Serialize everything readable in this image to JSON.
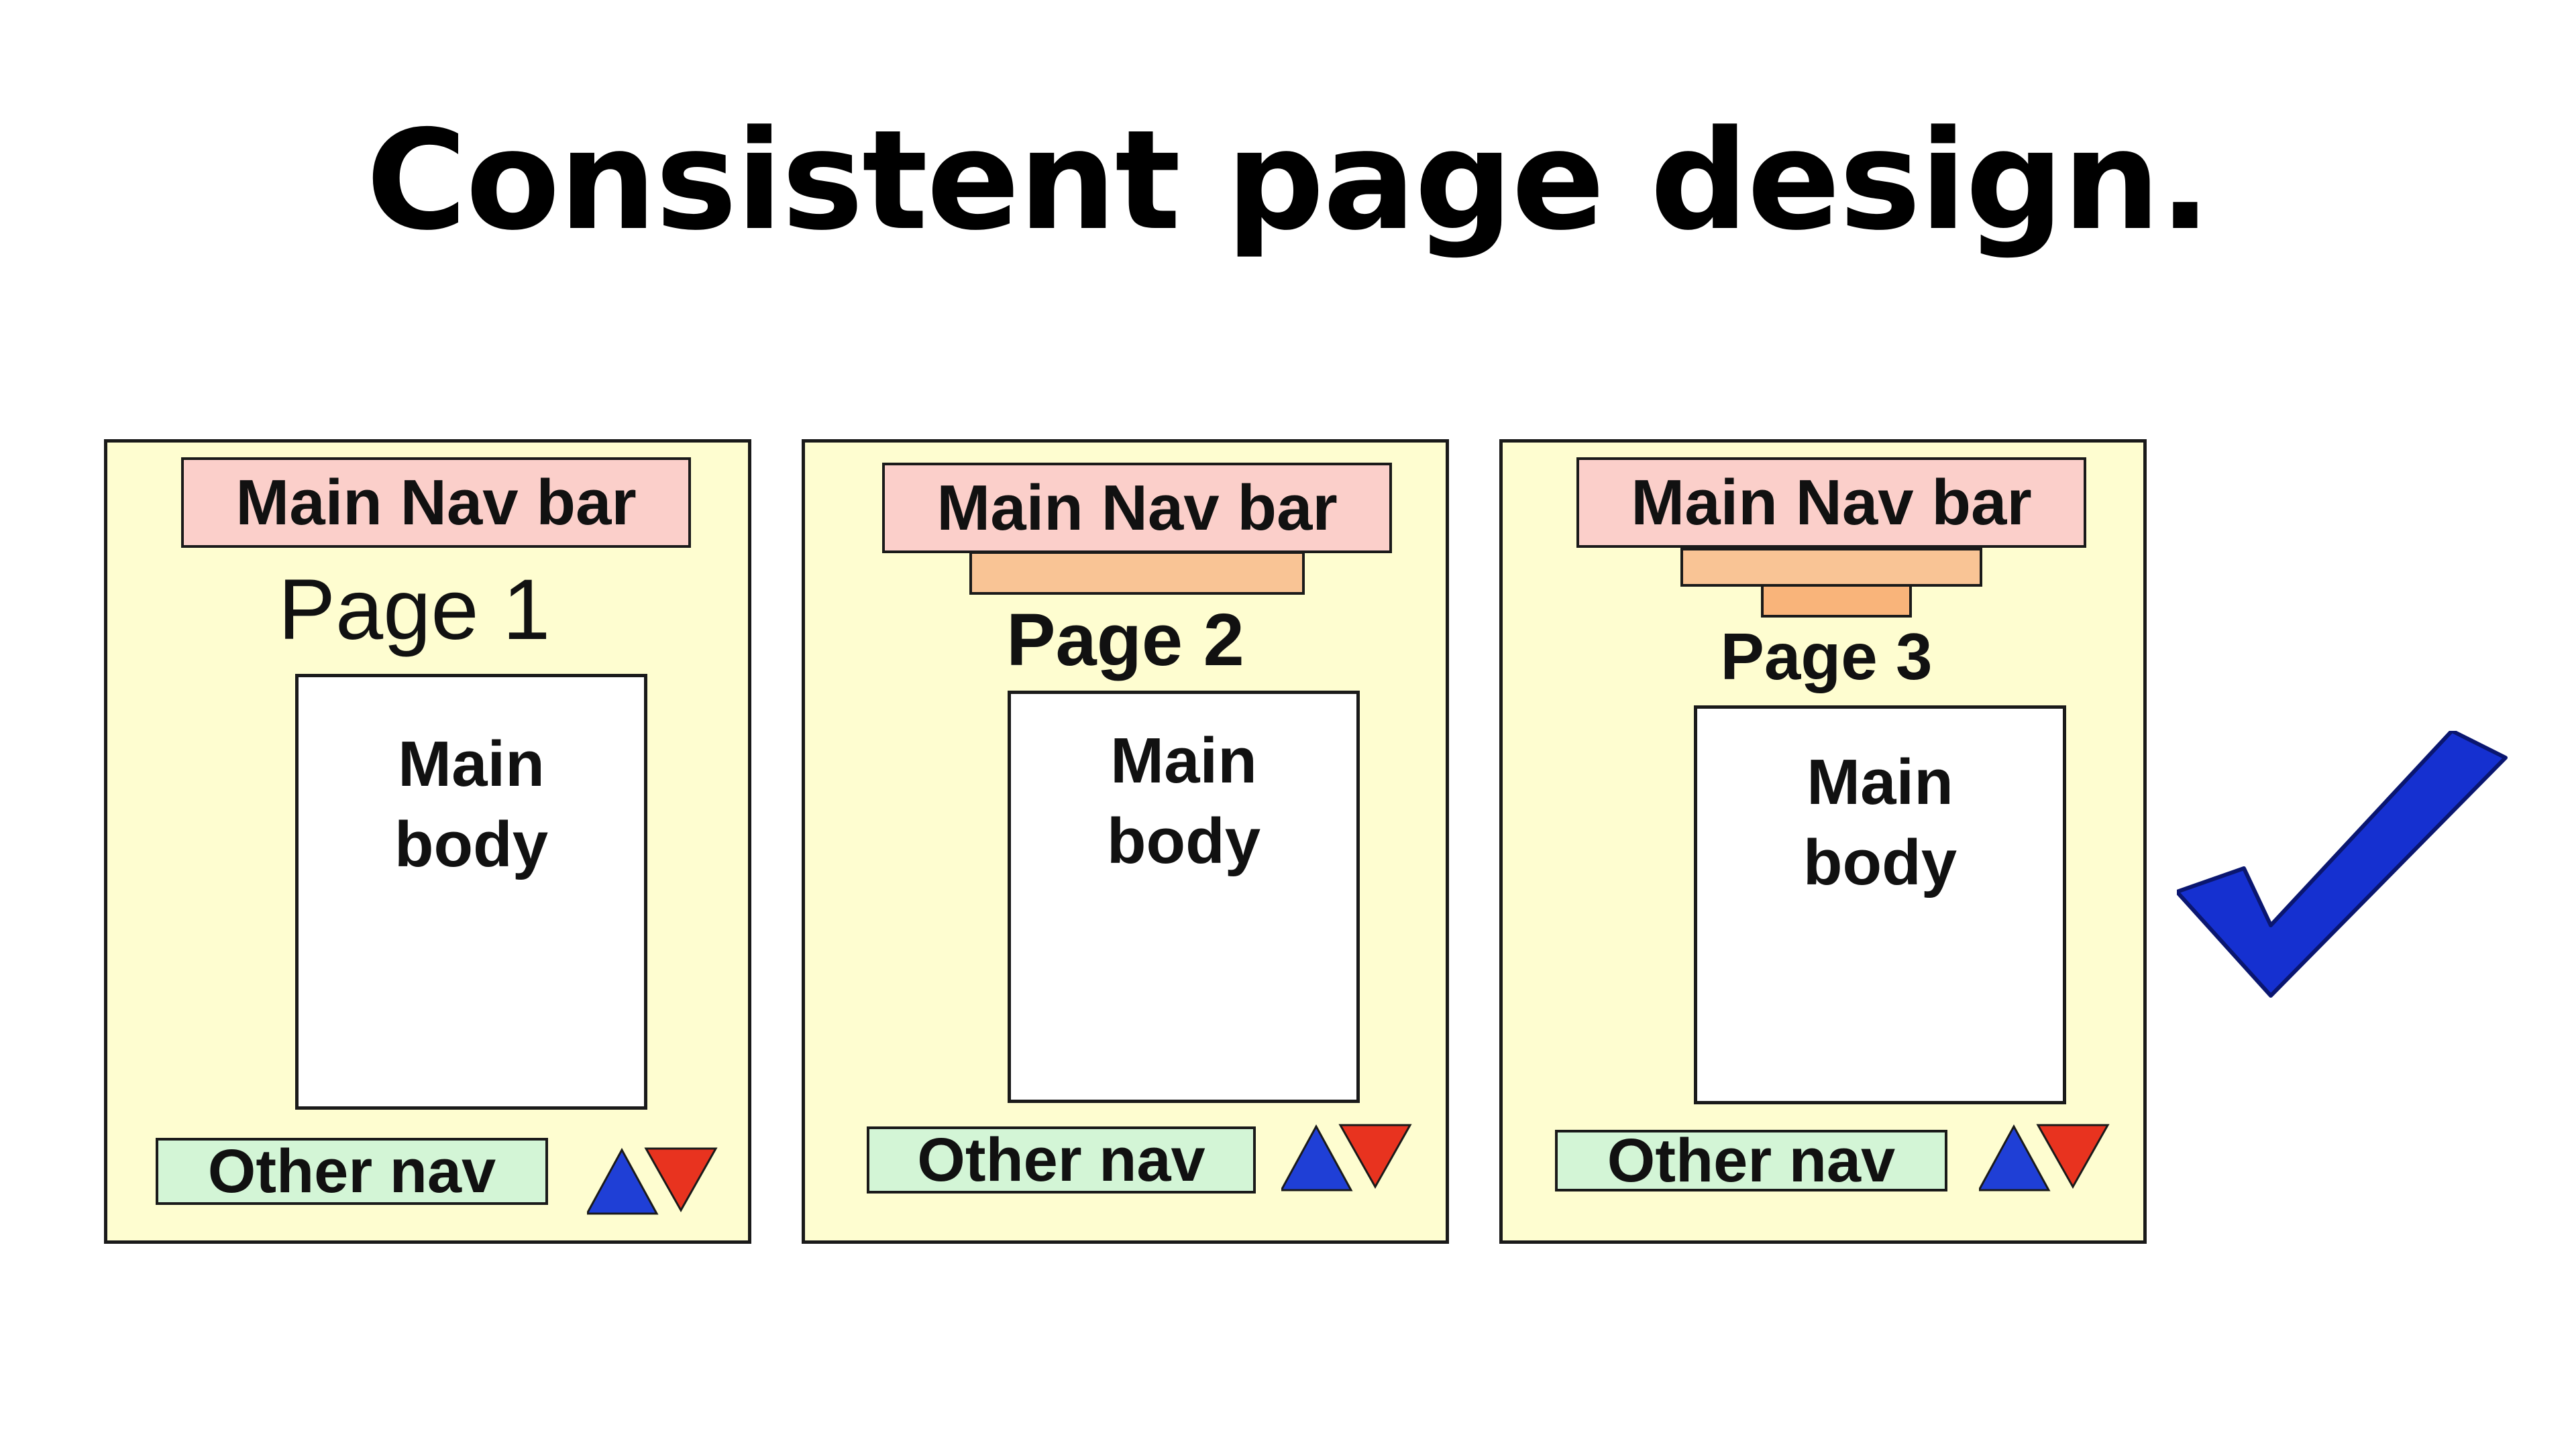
{
  "title": "Consistent page design.",
  "pages": [
    {
      "nav_label": "Main Nav bar",
      "sub_nav_levels": 0,
      "page_label": "Page 1",
      "body_line_1": "Main",
      "body_line_2": "body",
      "other_nav_label": "Other nav"
    },
    {
      "nav_label": "Main Nav bar",
      "sub_nav_levels": 1,
      "page_label": "Page 2",
      "body_line_1": "Main",
      "body_line_2": "body",
      "other_nav_label": "Other nav"
    },
    {
      "nav_label": "Main Nav bar",
      "sub_nav_levels": 2,
      "page_label": "Page 3",
      "body_line_1": "Main",
      "body_line_2": "body",
      "other_nav_label": "Other nav"
    }
  ],
  "colors": {
    "page_background": "#fefdd0",
    "main_nav": "#fbcfca",
    "sub_nav": "#f9c495",
    "other_nav": "#d3f5d6",
    "arrow_up": "#1f3fd6",
    "arrow_down": "#e8331f",
    "checkmark": "#1530d0"
  },
  "icons": {
    "up_arrow": "up-triangle-icon",
    "down_arrow": "down-triangle-icon",
    "checkmark": "checkmark-icon"
  }
}
